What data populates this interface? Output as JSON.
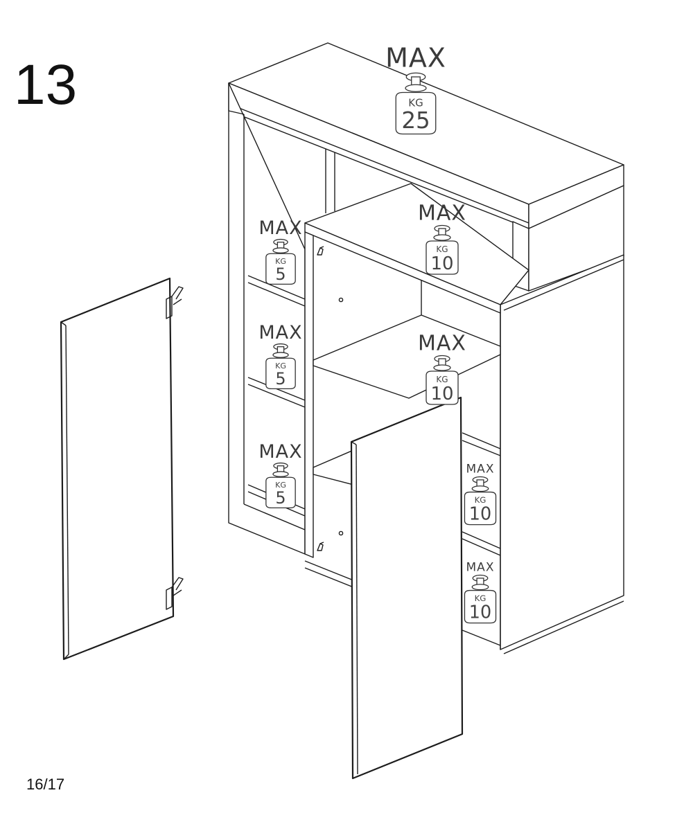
{
  "step": {
    "number": "13"
  },
  "page": {
    "number": "16/17"
  },
  "labels": {
    "max": "MAX",
    "unit": "KG"
  },
  "load_limits": [
    {
      "id": "top",
      "value": "25"
    },
    {
      "id": "upper-middle-shelf",
      "value": "10"
    },
    {
      "id": "left-upper-shelf",
      "value": "5"
    },
    {
      "id": "left-middle-shelf",
      "value": "5"
    },
    {
      "id": "left-lower-shelf",
      "value": "5"
    },
    {
      "id": "center-shelf",
      "value": "10"
    },
    {
      "id": "right-upper-shelf",
      "value": "10"
    },
    {
      "id": "right-lower-shelf",
      "value": "10"
    }
  ],
  "icons": {
    "weight": "kettlebell-weight-icon",
    "hinge": "hinge-icon"
  }
}
